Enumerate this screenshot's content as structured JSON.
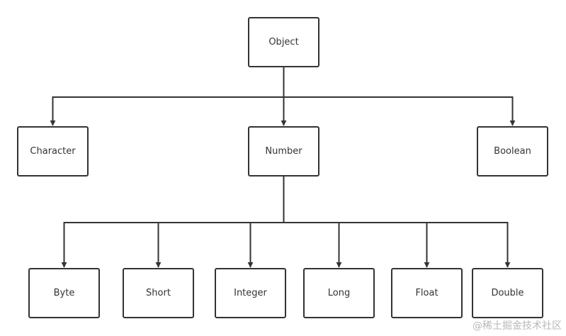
{
  "diagram": {
    "nodes": [
      {
        "id": "object",
        "label": "Object"
      },
      {
        "id": "character",
        "label": "Character"
      },
      {
        "id": "number",
        "label": "Number"
      },
      {
        "id": "boolean",
        "label": "Boolean"
      },
      {
        "id": "byte",
        "label": "Byte"
      },
      {
        "id": "short",
        "label": "Short"
      },
      {
        "id": "integer",
        "label": "Integer"
      },
      {
        "id": "long",
        "label": "Long"
      },
      {
        "id": "float",
        "label": "Float"
      },
      {
        "id": "double",
        "label": "Double"
      }
    ],
    "edges": [
      {
        "from": "object",
        "to": "character"
      },
      {
        "from": "object",
        "to": "number"
      },
      {
        "from": "object",
        "to": "boolean"
      },
      {
        "from": "number",
        "to": "byte"
      },
      {
        "from": "number",
        "to": "short"
      },
      {
        "from": "number",
        "to": "integer"
      },
      {
        "from": "number",
        "to": "long"
      },
      {
        "from": "number",
        "to": "float"
      },
      {
        "from": "number",
        "to": "double"
      }
    ],
    "line_color": "#333333"
  },
  "watermark": "@稀土掘金技术社区"
}
